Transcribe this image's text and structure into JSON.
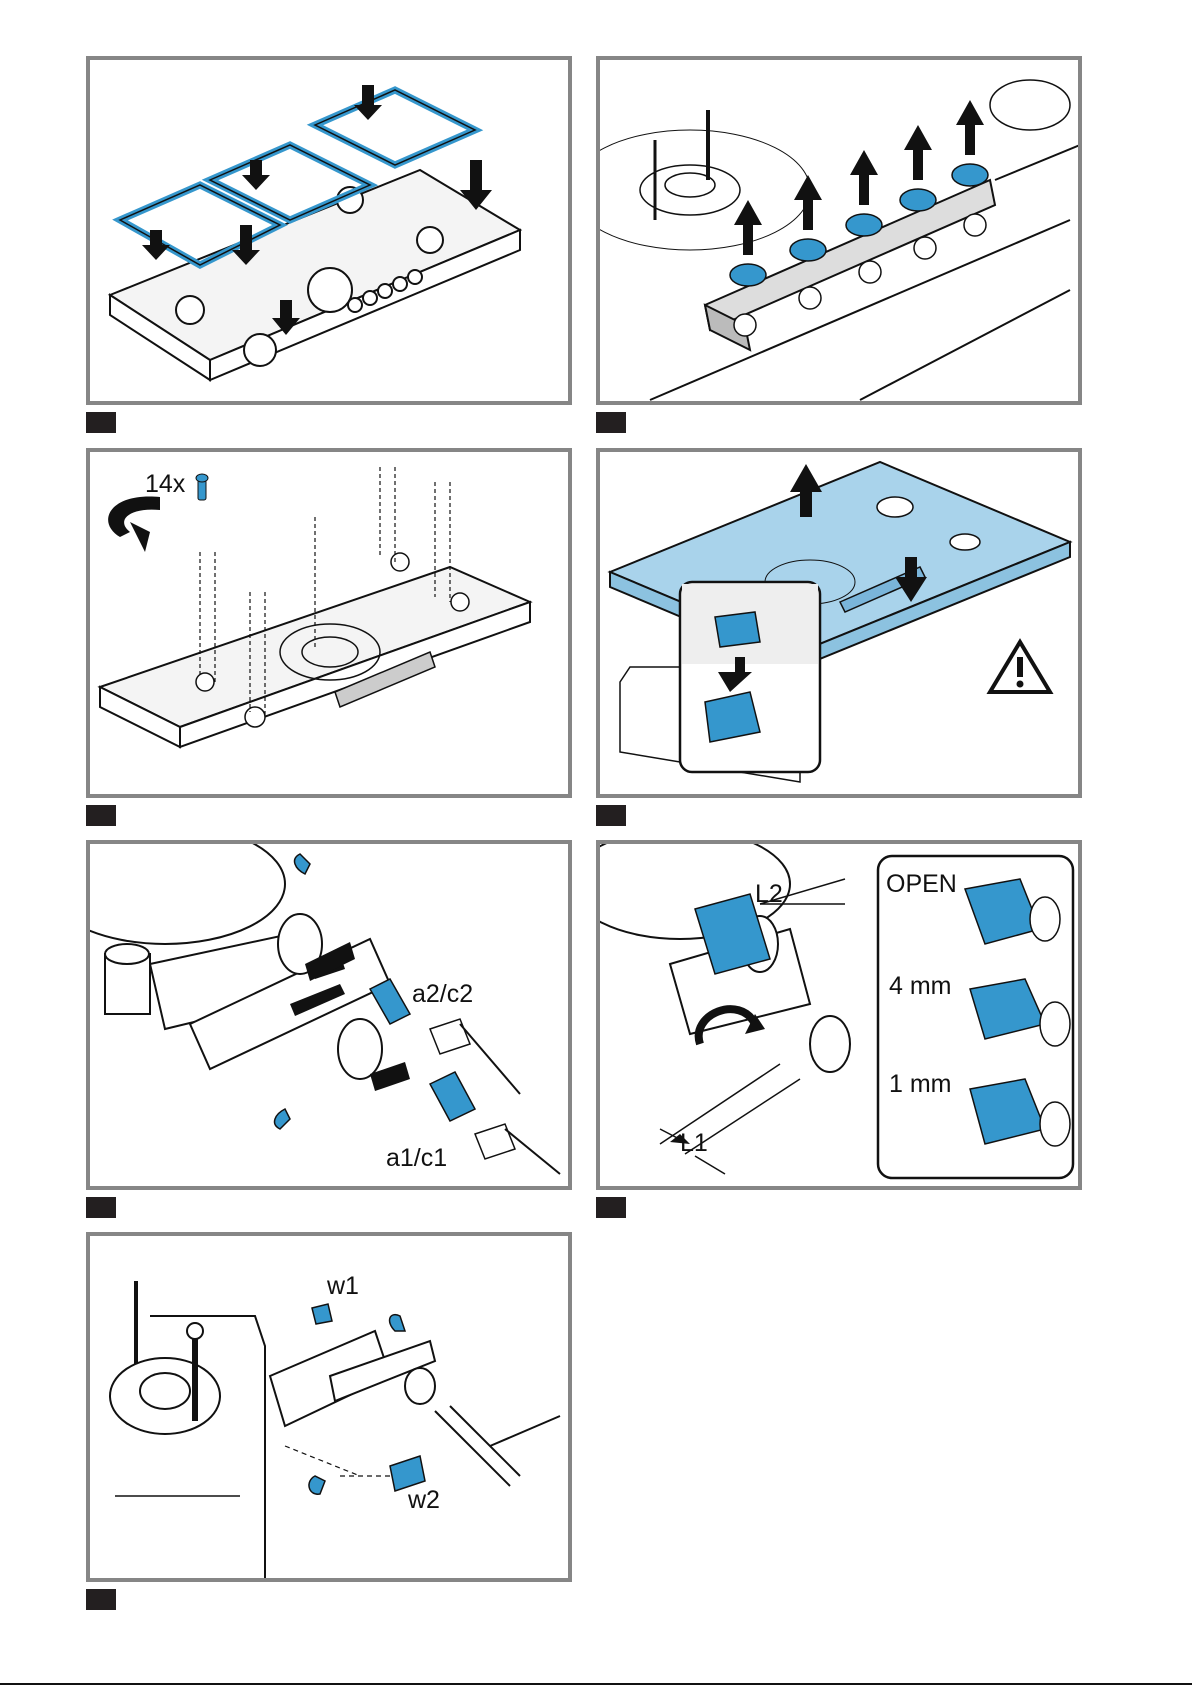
{
  "document": {
    "type": "installation-illustrations",
    "accent_color": "#3597cd",
    "light_accent_color": "#a9d3eb",
    "frame_color": "#868686"
  },
  "figures": [
    {
      "id": "fig-1",
      "description": "Place pan supports on gas hob",
      "labels": []
    },
    {
      "id": "fig-2",
      "description": "Pull off control knobs",
      "labels": []
    },
    {
      "id": "fig-3",
      "description": "Unscrew screws",
      "labels": [
        {
          "text": "14x"
        }
      ]
    },
    {
      "id": "fig-4",
      "description": "Lift hob top, disconnect connector",
      "labels": [],
      "warning": true
    },
    {
      "id": "fig-5",
      "description": "Connect gas pipes",
      "labels": [
        {
          "text": "a2/c2"
        },
        {
          "text": "a1/c1"
        }
      ]
    },
    {
      "id": "fig-6",
      "description": "Adjust air shutter",
      "labels": [
        {
          "text": "L2"
        },
        {
          "text": "L1"
        },
        {
          "text": "OPEN"
        },
        {
          "text": "4 mm"
        },
        {
          "text": "1 mm"
        }
      ]
    },
    {
      "id": "fig-7",
      "description": "Replace nozzles",
      "labels": [
        {
          "text": "w1"
        },
        {
          "text": "w2"
        }
      ]
    }
  ]
}
